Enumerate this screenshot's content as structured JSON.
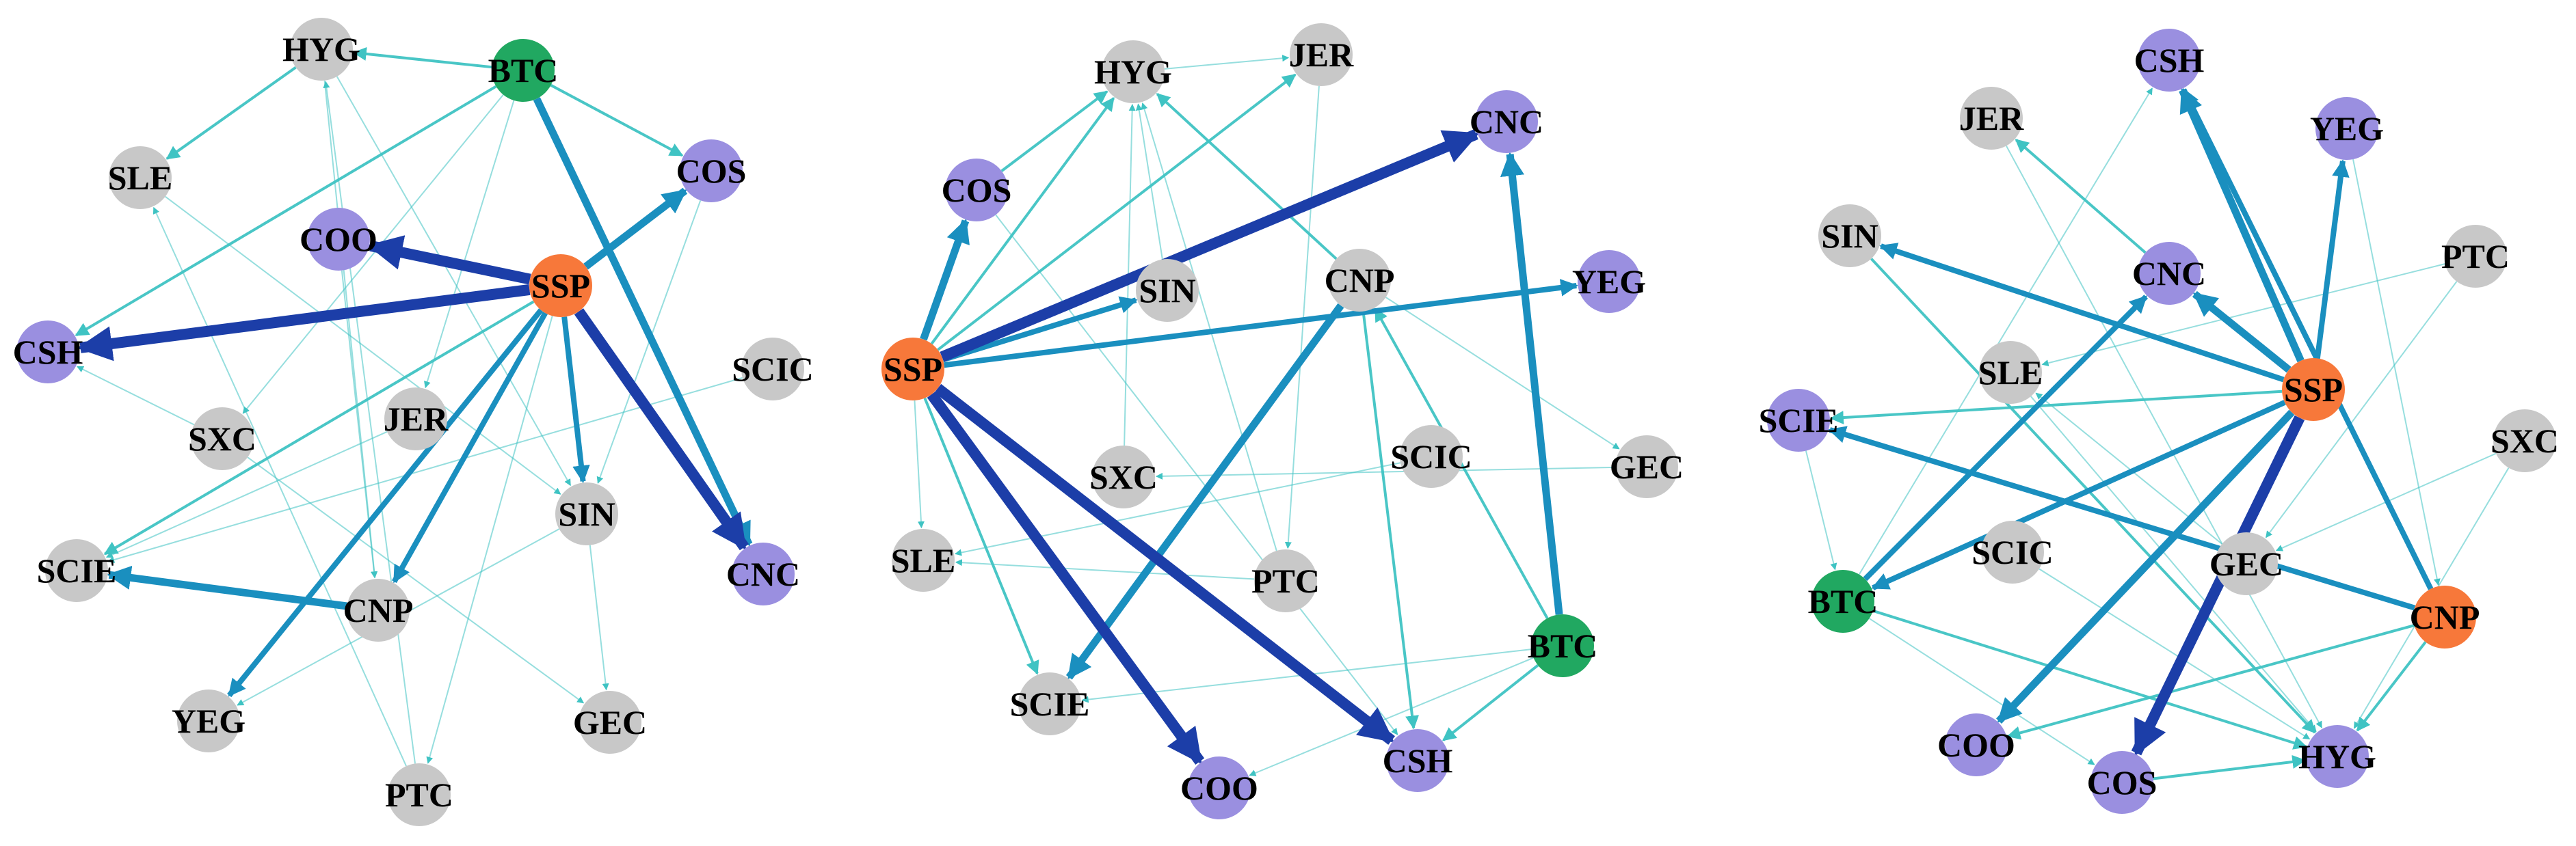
{
  "colors": {
    "gray": "#c8c8c8",
    "purple": "#9a8fe0",
    "orange": "#f7783a",
    "green": "#21a861",
    "edge_light": "#3fc3c3",
    "edge_mid": "#1a8fbf",
    "edge_dark": "#1c3ea8"
  },
  "panels": [
    {
      "id": "panel-1",
      "nodes": [
        {
          "id": "HYG",
          "label": "HYG",
          "color": "gray"
        },
        {
          "id": "BTC",
          "label": "BTC",
          "color": "green"
        },
        {
          "id": "SLE",
          "label": "SLE",
          "color": "gray"
        },
        {
          "id": "COS",
          "label": "COS",
          "color": "purple"
        },
        {
          "id": "COO",
          "label": "COO",
          "color": "purple"
        },
        {
          "id": "SSP",
          "label": "SSP",
          "color": "orange"
        },
        {
          "id": "CSH",
          "label": "CSH",
          "color": "purple"
        },
        {
          "id": "SCIC",
          "label": "SCIC",
          "color": "gray"
        },
        {
          "id": "SXC",
          "label": "SXC",
          "color": "gray"
        },
        {
          "id": "JER",
          "label": "JER",
          "color": "gray"
        },
        {
          "id": "SIN",
          "label": "SIN",
          "color": "gray"
        },
        {
          "id": "SCIE",
          "label": "SCIE",
          "color": "gray"
        },
        {
          "id": "CNP",
          "label": "CNP",
          "color": "gray"
        },
        {
          "id": "CNC",
          "label": "CNC",
          "color": "purple"
        },
        {
          "id": "YEG",
          "label": "YEG",
          "color": "gray"
        },
        {
          "id": "GEC",
          "label": "GEC",
          "color": "gray"
        },
        {
          "id": "PTC",
          "label": "PTC",
          "color": "gray"
        }
      ],
      "edges": [
        {
          "from": "SSP",
          "to": "CSH",
          "weight": 5
        },
        {
          "from": "SSP",
          "to": "COO",
          "weight": 5
        },
        {
          "from": "SSP",
          "to": "CNC",
          "weight": 5
        },
        {
          "from": "SSP",
          "to": "COS",
          "weight": 4
        },
        {
          "from": "BTC",
          "to": "CNC",
          "weight": 4
        },
        {
          "from": "CNP",
          "to": "SCIE",
          "weight": 4
        },
        {
          "from": "SSP",
          "to": "SIN",
          "weight": 3
        },
        {
          "from": "SSP",
          "to": "YEG",
          "weight": 3
        },
        {
          "from": "SSP",
          "to": "CNP",
          "weight": 3
        },
        {
          "from": "BTC",
          "to": "HYG",
          "weight": 2
        },
        {
          "from": "BTC",
          "to": "CSH",
          "weight": 2
        },
        {
          "from": "BTC",
          "to": "COS",
          "weight": 2
        },
        {
          "from": "SSP",
          "to": "SCIE",
          "weight": 2
        },
        {
          "from": "HYG",
          "to": "SLE",
          "weight": 2
        },
        {
          "from": "HYG",
          "to": "SIN",
          "weight": 1
        },
        {
          "from": "HYG",
          "to": "CNP",
          "weight": 1
        },
        {
          "from": "COO",
          "to": "CNP",
          "weight": 1
        },
        {
          "from": "BTC",
          "to": "JER",
          "weight": 1
        },
        {
          "from": "BTC",
          "to": "SXC",
          "weight": 1
        },
        {
          "from": "SXC",
          "to": "CSH",
          "weight": 1
        },
        {
          "from": "PTC",
          "to": "SLE",
          "weight": 1
        },
        {
          "from": "PTC",
          "to": "HYG",
          "weight": 1
        },
        {
          "from": "SSP",
          "to": "GEC",
          "weight": 1
        },
        {
          "from": "SSP",
          "to": "PTC",
          "weight": 1
        },
        {
          "from": "SIN",
          "to": "YEG",
          "weight": 1
        },
        {
          "from": "JER",
          "to": "SCIE",
          "weight": 1
        },
        {
          "from": "SCIC",
          "to": "SCIE",
          "weight": 1
        },
        {
          "from": "SLE",
          "to": "SIN",
          "weight": 1
        },
        {
          "from": "SXC",
          "to": "GEC",
          "weight": 1
        },
        {
          "from": "COS",
          "to": "SIN",
          "weight": 1
        }
      ]
    },
    {
      "id": "panel-2",
      "nodes": [
        {
          "id": "HYG",
          "label": "HYG",
          "color": "gray"
        },
        {
          "id": "JER",
          "label": "JER",
          "color": "gray"
        },
        {
          "id": "CNC",
          "label": "CNC",
          "color": "purple"
        },
        {
          "id": "COS",
          "label": "COS",
          "color": "purple"
        },
        {
          "id": "SIN",
          "label": "SIN",
          "color": "gray"
        },
        {
          "id": "CNP",
          "label": "CNP",
          "color": "gray"
        },
        {
          "id": "YEG",
          "label": "YEG",
          "color": "purple"
        },
        {
          "id": "SSP",
          "label": "SSP",
          "color": "orange"
        },
        {
          "id": "SCIC",
          "label": "SCIC",
          "color": "gray"
        },
        {
          "id": "GEC",
          "label": "GEC",
          "color": "gray"
        },
        {
          "id": "SXC",
          "label": "SXC",
          "color": "gray"
        },
        {
          "id": "SLE",
          "label": "SLE",
          "color": "gray"
        },
        {
          "id": "PTC",
          "label": "PTC",
          "color": "gray"
        },
        {
          "id": "BTC",
          "label": "BTC",
          "color": "green"
        },
        {
          "id": "SCIE",
          "label": "SCIE",
          "color": "gray"
        },
        {
          "id": "COO",
          "label": "COO",
          "color": "purple"
        },
        {
          "id": "CSH",
          "label": "CSH",
          "color": "purple"
        }
      ],
      "edges": [
        {
          "from": "SSP",
          "to": "CNC",
          "weight": 5
        },
        {
          "from": "SSP",
          "to": "COO",
          "weight": 5
        },
        {
          "from": "SSP",
          "to": "CSH",
          "weight": 5
        },
        {
          "from": "SSP",
          "to": "COS",
          "weight": 4
        },
        {
          "from": "CNP",
          "to": "SCIE",
          "weight": 4
        },
        {
          "from": "BTC",
          "to": "CNC",
          "weight": 4
        },
        {
          "from": "SSP",
          "to": "YEG",
          "weight": 3
        },
        {
          "from": "SSP",
          "to": "SIN",
          "weight": 3
        },
        {
          "from": "SSP",
          "to": "HYG",
          "weight": 2
        },
        {
          "from": "SSP",
          "to": "JER",
          "weight": 2
        },
        {
          "from": "SSP",
          "to": "SCIE",
          "weight": 2
        },
        {
          "from": "SSP",
          "to": "SLE",
          "weight": 1
        },
        {
          "from": "CNP",
          "to": "HYG",
          "weight": 2
        },
        {
          "from": "CNP",
          "to": "CSH",
          "weight": 2
        },
        {
          "from": "COS",
          "to": "HYG",
          "weight": 2
        },
        {
          "from": "BTC",
          "to": "CSH",
          "weight": 2
        },
        {
          "from": "BTC",
          "to": "CNP",
          "weight": 2
        },
        {
          "from": "PTC",
          "to": "SLE",
          "weight": 1
        },
        {
          "from": "PTC",
          "to": "HYG",
          "weight": 1
        },
        {
          "from": "HYG",
          "to": "JER",
          "weight": 1
        },
        {
          "from": "SIN",
          "to": "HYG",
          "weight": 1
        },
        {
          "from": "SXC",
          "to": "HYG",
          "weight": 1
        },
        {
          "from": "COS",
          "to": "CSH",
          "weight": 1
        },
        {
          "from": "BTC",
          "to": "SCIE",
          "weight": 1
        },
        {
          "from": "BTC",
          "to": "COO",
          "weight": 1
        },
        {
          "from": "GEC",
          "to": "SXC",
          "weight": 1
        },
        {
          "from": "SCIC",
          "to": "SLE",
          "weight": 1
        },
        {
          "from": "CNP",
          "to": "GEC",
          "weight": 1
        },
        {
          "from": "JER",
          "to": "PTC",
          "weight": 1
        }
      ]
    },
    {
      "id": "panel-3",
      "nodes": [
        {
          "id": "CSH",
          "label": "CSH",
          "color": "purple"
        },
        {
          "id": "JER",
          "label": "JER",
          "color": "gray"
        },
        {
          "id": "YEG",
          "label": "YEG",
          "color": "purple"
        },
        {
          "id": "SIN",
          "label": "SIN",
          "color": "gray"
        },
        {
          "id": "PTC",
          "label": "PTC",
          "color": "gray"
        },
        {
          "id": "CNC",
          "label": "CNC",
          "color": "purple"
        },
        {
          "id": "SLE",
          "label": "SLE",
          "color": "gray"
        },
        {
          "id": "SSP",
          "label": "SSP",
          "color": "orange"
        },
        {
          "id": "SCIE",
          "label": "SCIE",
          "color": "purple"
        },
        {
          "id": "SXC",
          "label": "SXC",
          "color": "gray"
        },
        {
          "id": "SCIC",
          "label": "SCIC",
          "color": "gray"
        },
        {
          "id": "GEC",
          "label": "GEC",
          "color": "gray"
        },
        {
          "id": "BTC",
          "label": "BTC",
          "color": "green"
        },
        {
          "id": "CNP",
          "label": "CNP",
          "color": "orange"
        },
        {
          "id": "COO",
          "label": "COO",
          "color": "purple"
        },
        {
          "id": "COS",
          "label": "COS",
          "color": "purple"
        },
        {
          "id": "HYG",
          "label": "HYG",
          "color": "purple"
        }
      ],
      "edges": [
        {
          "from": "SSP",
          "to": "COS",
          "weight": 5
        },
        {
          "from": "SSP",
          "to": "COO",
          "weight": 4
        },
        {
          "from": "SSP",
          "to": "CSH",
          "weight": 4
        },
        {
          "from": "SSP",
          "to": "CNC",
          "weight": 4
        },
        {
          "from": "SSP",
          "to": "BTC",
          "weight": 3
        },
        {
          "from": "SSP",
          "to": "YEG",
          "weight": 3
        },
        {
          "from": "SSP",
          "to": "SIN",
          "weight": 3
        },
        {
          "from": "SSP",
          "to": "SCIE",
          "weight": 2
        },
        {
          "from": "CNP",
          "to": "SCIE",
          "weight": 3
        },
        {
          "from": "CNP",
          "to": "CSH",
          "weight": 3
        },
        {
          "from": "CNP",
          "to": "COO",
          "weight": 2
        },
        {
          "from": "CNP",
          "to": "HYG",
          "weight": 2
        },
        {
          "from": "BTC",
          "to": "CNC",
          "weight": 3
        },
        {
          "from": "BTC",
          "to": "CSH",
          "weight": 1
        },
        {
          "from": "BTC",
          "to": "HYG",
          "weight": 2
        },
        {
          "from": "BTC",
          "to": "COS",
          "weight": 1
        },
        {
          "from": "CNC",
          "to": "JER",
          "weight": 2
        },
        {
          "from": "COS",
          "to": "HYG",
          "weight": 2
        },
        {
          "from": "SIN",
          "to": "HYG",
          "weight": 2
        },
        {
          "from": "SLE",
          "to": "HYG",
          "weight": 1
        },
        {
          "from": "JER",
          "to": "HYG",
          "weight": 1
        },
        {
          "from": "PTC",
          "to": "GEC",
          "weight": 1
        },
        {
          "from": "SXC",
          "to": "GEC",
          "weight": 1
        },
        {
          "from": "SXC",
          "to": "HYG",
          "weight": 1
        },
        {
          "from": "GEC",
          "to": "SLE",
          "weight": 1
        },
        {
          "from": "PTC",
          "to": "SLE",
          "weight": 1
        },
        {
          "from": "SCIC",
          "to": "HYG",
          "weight": 1
        },
        {
          "from": "YEG",
          "to": "CNP",
          "weight": 1
        },
        {
          "from": "SCIE",
          "to": "BTC",
          "weight": 1
        }
      ]
    }
  ]
}
